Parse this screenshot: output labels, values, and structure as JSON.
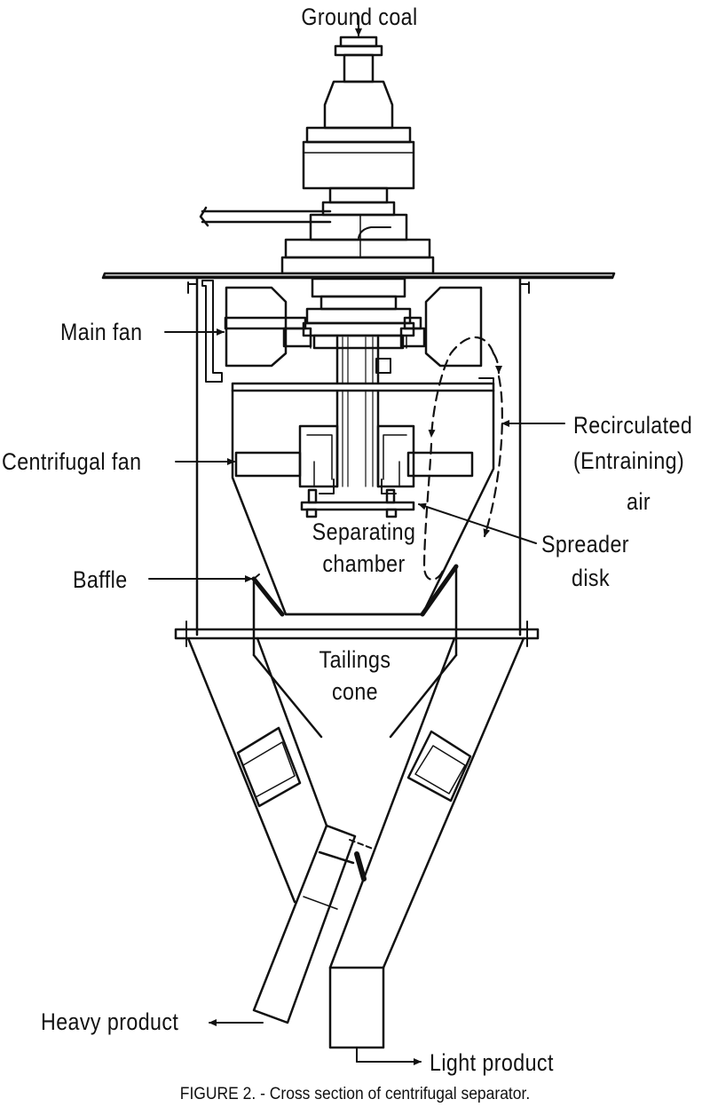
{
  "labels": {
    "ground_coal": "Ground coal",
    "main_fan": "Main fan",
    "recirculated_line1": "Recirculated",
    "recirculated_line2": "(Entraining)",
    "recirculated_line3": "air",
    "centrifugal_fan": "Centrifugal fan",
    "separating_line1": "Separating",
    "separating_line2": "chamber",
    "spreader_line1": "Spreader",
    "spreader_line2": "disk",
    "baffle": "Baffle",
    "tailings_line1": "Tailings",
    "tailings_line2": "cone",
    "heavy_product": "Heavy product",
    "light_product": "Light product"
  },
  "caption": "FIGURE 2. - Cross section of centrifugal separator."
}
